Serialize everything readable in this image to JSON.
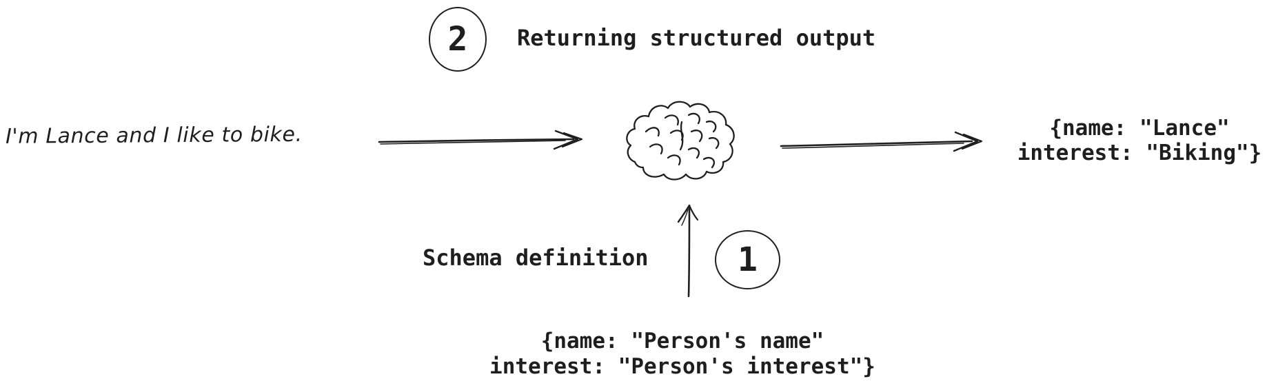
{
  "title": {
    "badge": "2",
    "text": "Returning structured output"
  },
  "input_message": {
    "text": "I'm Lance and I like to bike."
  },
  "model": {
    "icon": "brain-icon"
  },
  "output": {
    "line1": "{name: \"Lance\"",
    "line2": "interest: \"Biking\"}"
  },
  "schema": {
    "label": "Schema definition",
    "badge": "1",
    "line1": "{name: \"Person's name\"",
    "line2": "interest: \"Person's interest\"}"
  },
  "colors": {
    "ink": "#1e1e1e",
    "background": "#ffffff"
  }
}
